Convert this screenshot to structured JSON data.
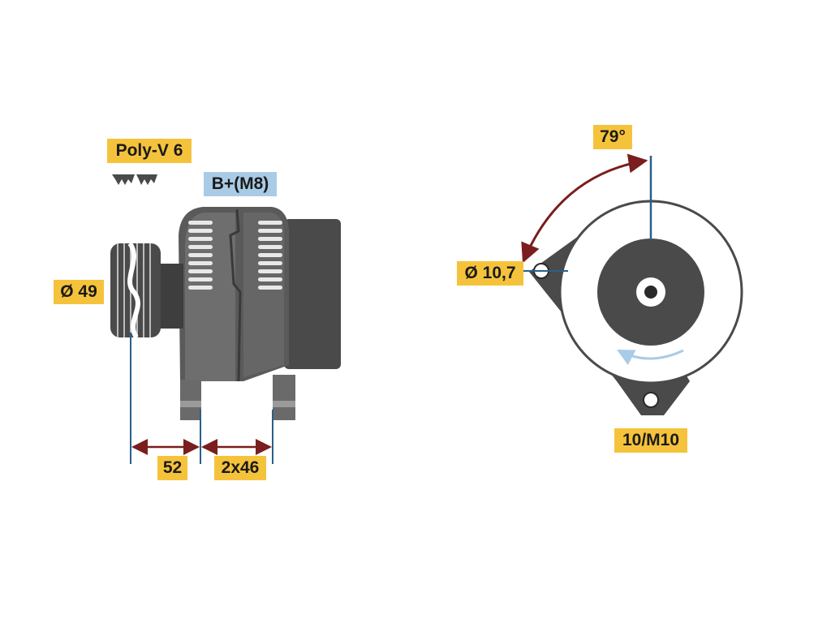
{
  "labels": {
    "belt": "Poly-V 6",
    "terminal": "B+(M8)",
    "pulley_diameter": "Ø 49",
    "dim_pulley_to_mount": "52",
    "dim_mount_spacing": "2x46",
    "angle": "79°",
    "hole_diameter": "Ø 10,7",
    "thread": "10/M10"
  },
  "colors": {
    "label_bg": "#f5c33b",
    "terminal_bg": "#a9cbe6",
    "dimension_line": "#7a1e1e",
    "leader_line": "#2a5f8a",
    "housing_dark": "#4a4a4a",
    "housing_mid": "#686868",
    "rotation_arrow": "#a9cbe6"
  }
}
